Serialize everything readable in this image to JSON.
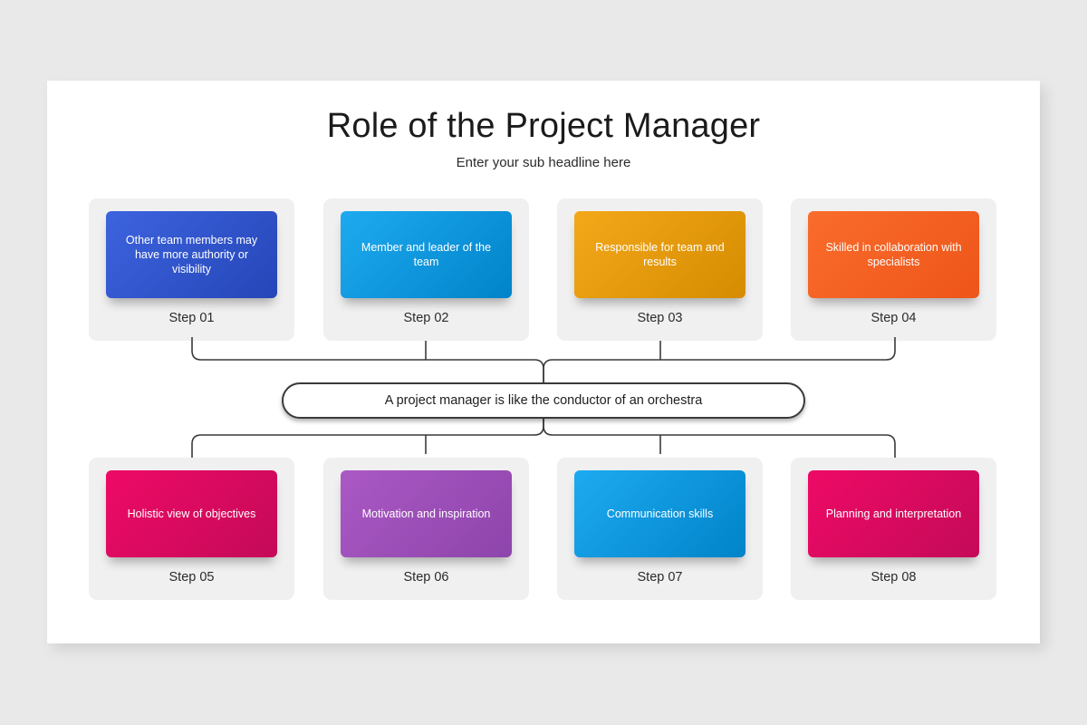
{
  "slide": {
    "title": "Role of the Project Manager",
    "subtitle": "Enter your sub headline here",
    "center_statement": "A project manager is like the conductor of an orchestra",
    "background_color": "#e9e9e9",
    "surface_color": "#ffffff",
    "panel_color": "#f0f0f0",
    "connector_color": "#3a3a3a"
  },
  "steps": [
    {
      "label": "Step 01",
      "text": "Other team members may have more authority or visibility",
      "color_from": "#3d63de",
      "color_to": "#2546b8",
      "row": "top"
    },
    {
      "label": "Step 02",
      "text": "Member and leader of the team",
      "color_from": "#1eaaf0",
      "color_to": "#0083c9",
      "row": "top"
    },
    {
      "label": "Step 03",
      "text": "Responsible for team and results",
      "color_from": "#f3a81a",
      "color_to": "#d68c00",
      "row": "top"
    },
    {
      "label": "Step 04",
      "text": "Skilled in collaboration with specialists",
      "color_from": "#f96c2c",
      "color_to": "#ee5519",
      "row": "top"
    },
    {
      "label": "Step 05",
      "text": "Holistic view of objectives",
      "color_from": "#ee0a66",
      "color_to": "#c40a58",
      "row": "bottom"
    },
    {
      "label": "Step 06",
      "text": "Motivation and inspiration",
      "color_from": "#ab59c4",
      "color_to": "#8d44ab",
      "row": "bottom"
    },
    {
      "label": "Step 07",
      "text": "Communication skills",
      "color_from": "#1eaaf0",
      "color_to": "#0083c9",
      "row": "bottom"
    },
    {
      "label": "Step 08",
      "text": "Planning and interpretation",
      "color_from": "#ee0a66",
      "color_to": "#c40a58",
      "row": "bottom"
    }
  ]
}
